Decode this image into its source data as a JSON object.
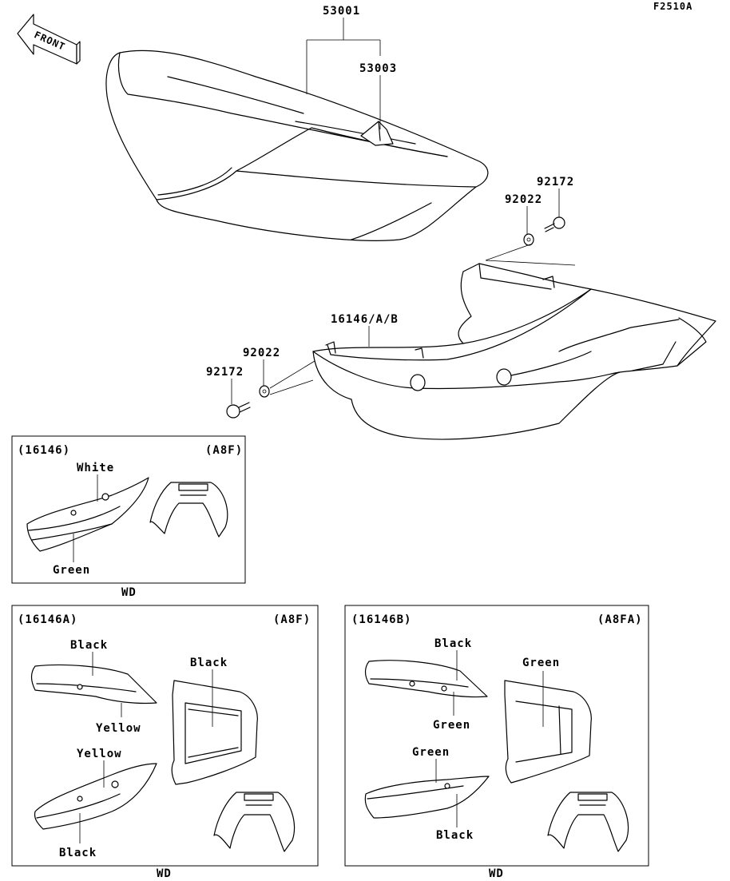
{
  "figure_code": "F2510A",
  "front_arrow": "FRONT",
  "parts": {
    "seat": "53001",
    "seat_cover": "53003",
    "bolt_right": "92172",
    "washer_right": "92022",
    "side_cover": "16146/A/B",
    "washer_left": "92022",
    "bolt_left": "92172"
  },
  "variants": [
    {
      "part": "(16146)",
      "model": "(A8F)",
      "footer": "WD",
      "labels": [
        "White",
        "Green"
      ]
    },
    {
      "part": "(16146A)",
      "model": "(A8F)",
      "footer": "WD",
      "labels": [
        "Black",
        "Yellow",
        "Black",
        "Yellow",
        "Black"
      ]
    },
    {
      "part": "(16146B)",
      "model": "(A8FA)",
      "footer": "WD",
      "labels": [
        "Black",
        "Green",
        "Green",
        "Green",
        "Black"
      ]
    }
  ]
}
